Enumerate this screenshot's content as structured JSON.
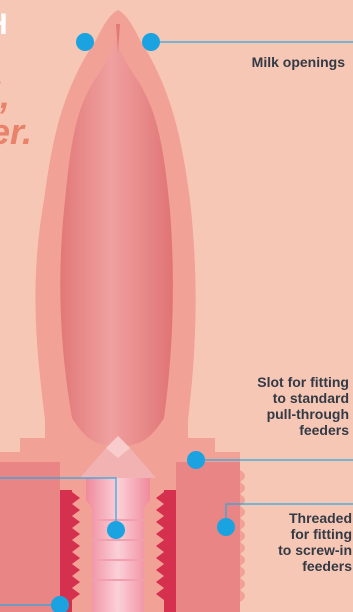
{
  "headline": {
    "line1": "H",
    "line2": "l,",
    "line3": "er."
  },
  "callouts": {
    "milk_openings": [
      "Milk openings"
    ],
    "slot": [
      "Slot for fitting",
      "to standard",
      "pull-through",
      "feeders"
    ],
    "threaded": [
      "Threaded",
      "for fitting",
      "to screw-in",
      "feeders"
    ]
  },
  "colors": {
    "background": "#f7c7b5",
    "shell": "#f2a197",
    "inner_body": "#e98585",
    "thread_red": "#d6304f",
    "callout_dot": "#1aa3e0",
    "callout_line": "#2aa8e3",
    "text": "#333a45",
    "headline_accent": "#e9826b"
  }
}
